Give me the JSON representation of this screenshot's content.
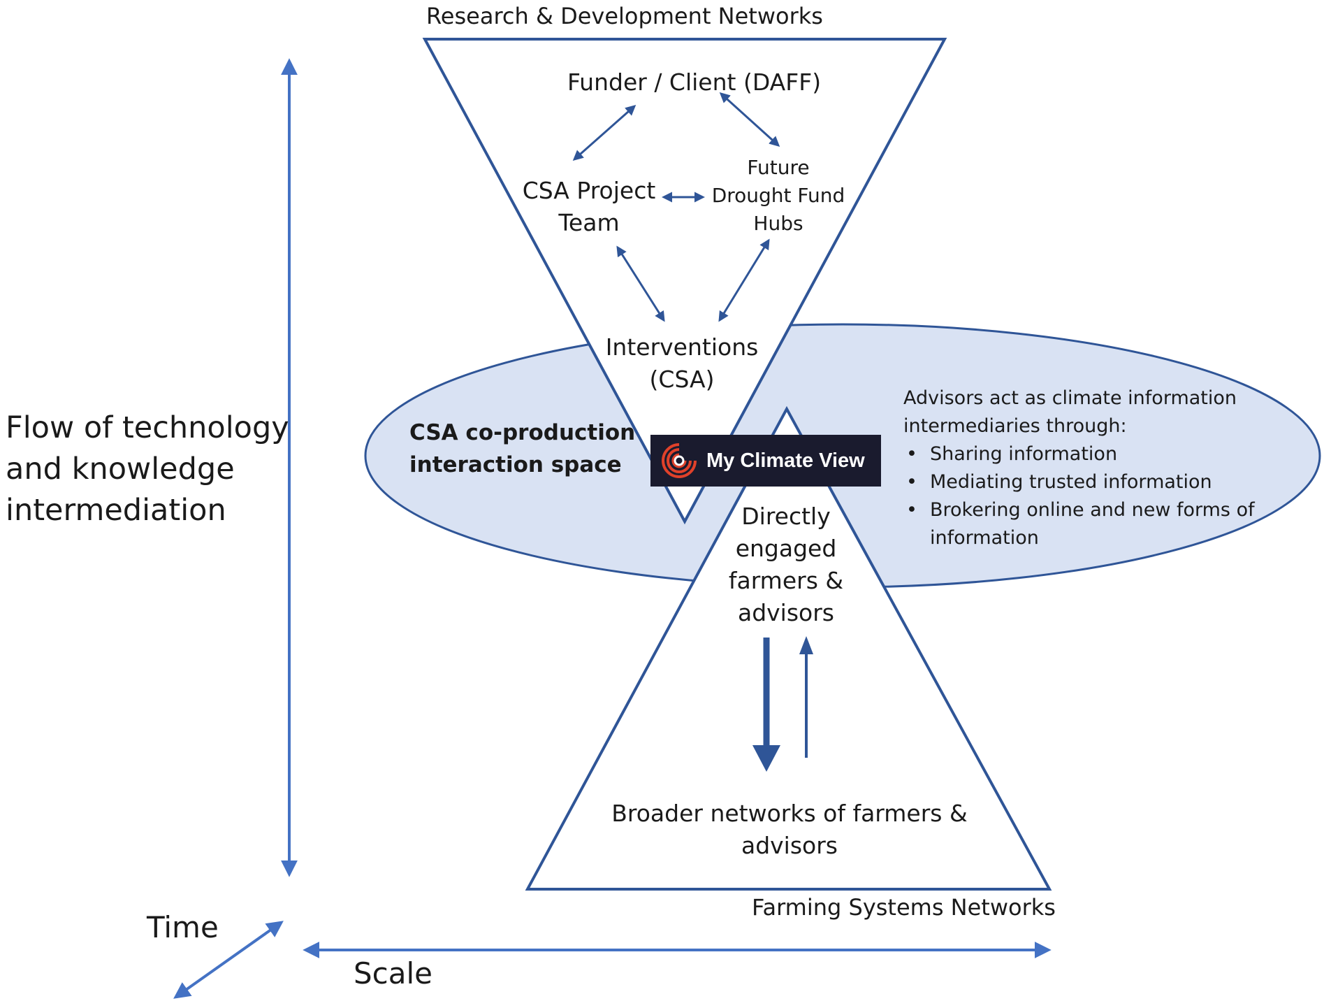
{
  "colors": {
    "line": "#2f5597",
    "ellipse_fill": "#d9e2f3",
    "arrow": "#4472c4",
    "logo_bg": "#1a1b2e"
  },
  "axes": {
    "vertical_label": [
      "Flow of technology",
      "and knowledge",
      "intermediation"
    ],
    "time_label": "Time",
    "scale_label": "Scale"
  },
  "top_triangle": {
    "network_label": "Research & Development Networks",
    "funder": "Funder / Client (DAFF)",
    "project_team": [
      "CSA Project",
      "Team"
    ],
    "hubs": [
      "Future",
      "Drought Fund",
      "Hubs"
    ],
    "interventions": [
      "Interventions",
      "(CSA)"
    ]
  },
  "ellipse": {
    "label": [
      "CSA co-production",
      "interaction space"
    ],
    "advisors_intro": [
      "Advisors act as climate information",
      "intermediaries through:"
    ],
    "bullets": [
      "Sharing information",
      "Mediating trusted information",
      "Brokering online and new forms of"
    ],
    "bullet_continuation": "information"
  },
  "logo": {
    "text": "My Climate View",
    "icon": "concentric-arcs-icon"
  },
  "bottom_triangle": {
    "direct": [
      "Directly",
      "engaged",
      "farmers &",
      "advisors"
    ],
    "broader": [
      "Broader networks of farmers &",
      "advisors"
    ],
    "network_label": "Farming Systems Networks"
  }
}
